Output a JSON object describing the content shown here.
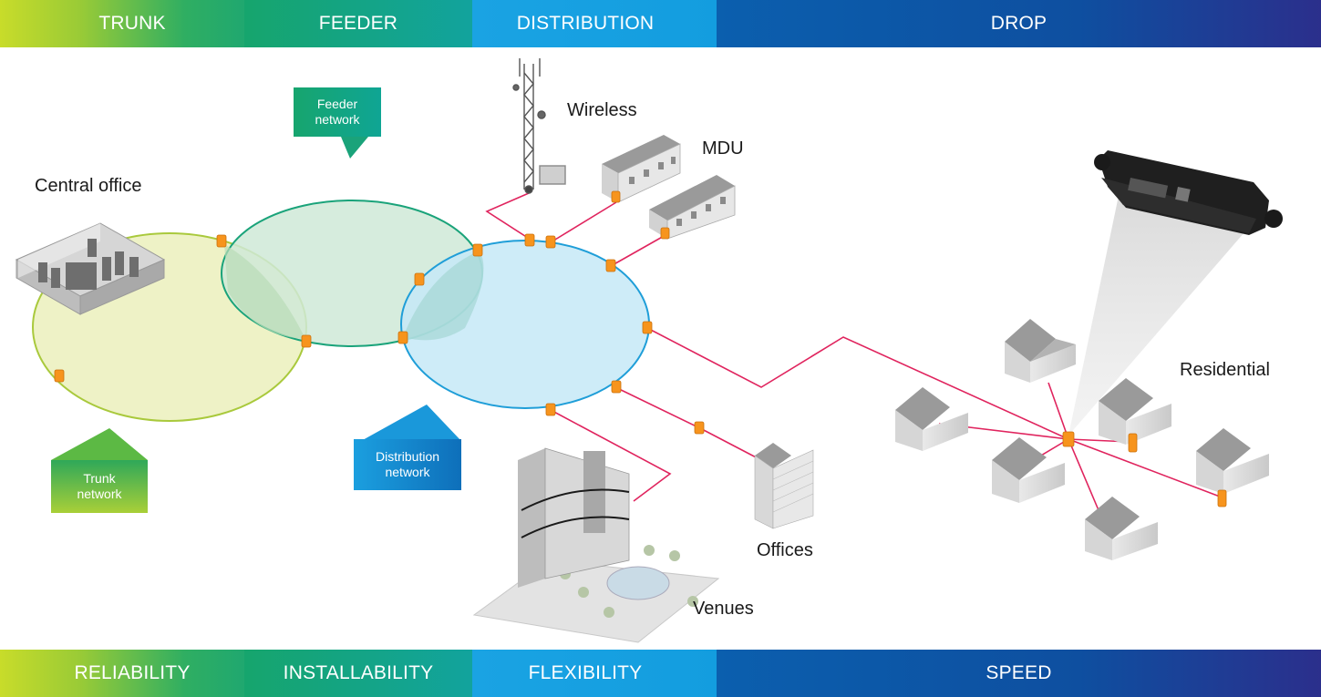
{
  "top_bar": {
    "segments": [
      "TRUNK",
      "FEEDER",
      "DISTRIBUTION",
      "DROP"
    ]
  },
  "bottom_bar": {
    "segments": [
      "RELIABILITY",
      "INSTALLABILITY",
      "FLEXIBILITY",
      "SPEED"
    ]
  },
  "labels": {
    "central_office": "Central office",
    "wireless": "Wireless",
    "mdu": "MDU",
    "residential": "Residential",
    "offices": "Offices",
    "venues": "Venues"
  },
  "callouts": {
    "feeder": {
      "line1": "Feeder",
      "line2": "network"
    },
    "trunk": {
      "line1": "Trunk",
      "line2": "network"
    },
    "distribution": {
      "line1": "Distribution",
      "line2": "network"
    }
  },
  "colors": {
    "trunk_ring": "#8dc63f",
    "feeder_ring": "#1aa37a",
    "distribution_ring": "#1f9ed8",
    "drop_cable": "#e0245e",
    "terminal": "#f7941d"
  },
  "icons": [
    "central-office-icon",
    "cell-tower-icon",
    "mdu-building-icon",
    "house-icon",
    "office-tower-icon",
    "venue-building-icon",
    "fiber-terminal-icon",
    "product-enclosure-icon"
  ]
}
